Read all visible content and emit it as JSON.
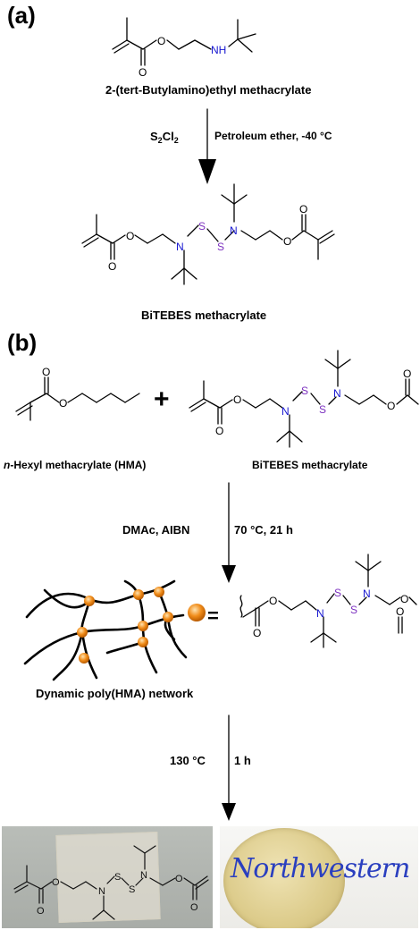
{
  "panel_a_label": "(a)",
  "panel_b_label": "(b)",
  "step1": {
    "reactant_name": "2-(tert-Butylamino)ethyl methacrylate",
    "reagent_left_main": "S",
    "reagent_left_sub": "2",
    "reagent_left_main2": "Cl",
    "reagent_left_sub2": "2",
    "conditions_right": "Petroleum ether, -40 °C",
    "product_name": "BiTEBES methacrylate"
  },
  "step2": {
    "monomer1_prefix": "n",
    "monomer1_name": "-Hexyl methacrylate (HMA)",
    "plus": "+",
    "monomer2_name": "BiTEBES methacrylate",
    "conditions_left": "DMAc, AIBN",
    "conditions_right": "70 °C, 21 h",
    "equals": "=",
    "network_name": "Dynamic poly(HMA) network"
  },
  "step3": {
    "conditions_left": "130 °C",
    "conditions_right": "1 h"
  },
  "atom_labels": {
    "O": "O",
    "NH": "NH",
    "N": "N",
    "S": "S"
  },
  "photo_right_text": "Northwestern",
  "colors": {
    "nitrogen": "#1515d0",
    "sulfur": "#7b2fbf",
    "crosslink": "#f08c1a",
    "handwriting": "#2a3fbf"
  }
}
